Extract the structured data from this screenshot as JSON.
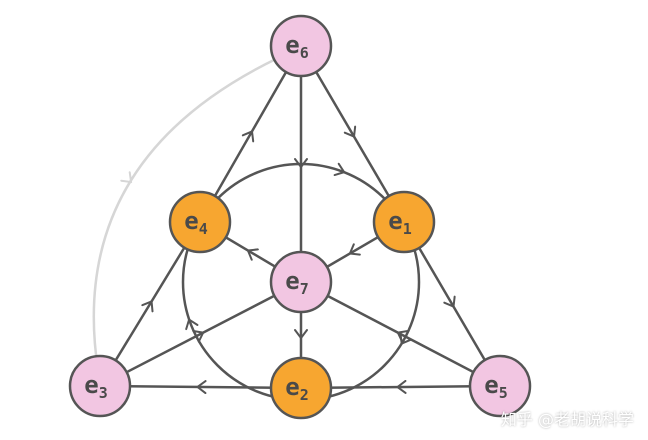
{
  "nodes": [
    {
      "id": "e6",
      "base": "e",
      "sub": "6",
      "kind": "pink"
    },
    {
      "id": "e4",
      "base": "e",
      "sub": "4",
      "kind": "orange"
    },
    {
      "id": "e1",
      "base": "e",
      "sub": "1",
      "kind": "orange"
    },
    {
      "id": "e7",
      "base": "e",
      "sub": "7",
      "kind": "pink"
    },
    {
      "id": "e3",
      "base": "e",
      "sub": "3",
      "kind": "pink"
    },
    {
      "id": "e2",
      "base": "e",
      "sub": "2",
      "kind": "orange"
    },
    {
      "id": "e5",
      "base": "e",
      "sub": "5",
      "kind": "pink"
    }
  ],
  "lines": [
    {
      "from": "e4",
      "to": "e6"
    },
    {
      "from": "e6",
      "to": "e1"
    },
    {
      "from": "e6",
      "to": "e7"
    },
    {
      "from": "e3",
      "to": "e4"
    },
    {
      "from": "e1",
      "to": "e5"
    },
    {
      "from": "e5",
      "to": "e2"
    },
    {
      "from": "e2",
      "to": "e3"
    },
    {
      "from": "e7",
      "to": "e4"
    },
    {
      "from": "e1",
      "to": "e7"
    },
    {
      "from": "e7",
      "to": "e2"
    },
    {
      "from": "e3",
      "to": "e7"
    },
    {
      "from": "e5",
      "to": "e7"
    }
  ],
  "colors": {
    "pink": "#f2c6e2",
    "orange": "#f7a630",
    "stroke": "#555555",
    "light_edge": "#d6d6d6"
  },
  "watermark": "知乎 @老胡说科学"
}
